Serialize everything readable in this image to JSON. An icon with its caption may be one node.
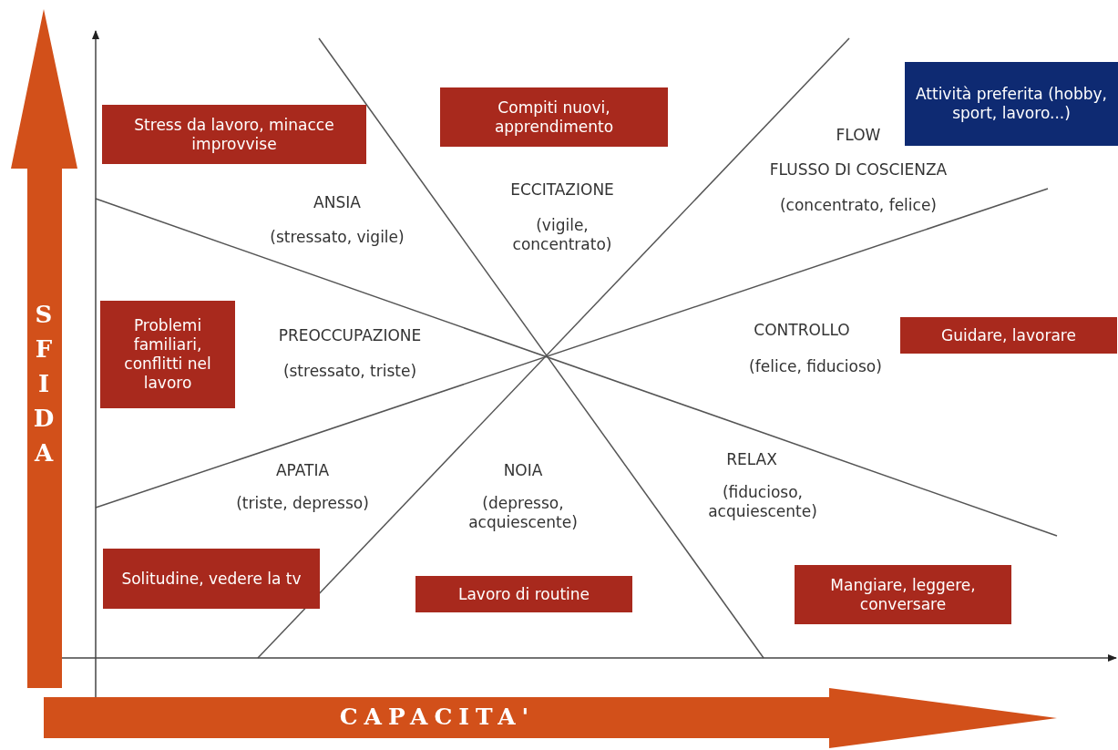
{
  "diagram": {
    "nodes": [
      {
        "text": [
          "Stress da lavoro, minacce improvvise"
        ]
      },
      {
        "text": [
          "Compiti nuovi, apprendimento"
        ]
      },
      {
        "text": [
          "Attività preferita (hobby, sport, lavoro...)"
        ]
      },
      {
        "text": [
          "Problemi familiari, conflitti nel lavoro"
        ]
      },
      {
        "text": [
          "Guidare, lavorare"
        ]
      },
      {
        "text": [
          "Solitudine, vedere la tv"
        ]
      },
      {
        "text": [
          "Lavoro di routine"
        ]
      },
      {
        "text": [
          "Mangiare, leggere, conversare"
        ]
      }
    ],
    "edges": [],
    "labels": [
      "ANSIA",
      "(stressato, vigile)",
      "ECCITAZIONE",
      "(vigile, concentrato)",
      "FLOW",
      "FLUSSO DI COSCIENZA",
      "(concentrato, felice)",
      "PREOCCUPAZIONE",
      "(stressato, triste)",
      "CONTROLLO",
      "(felice, fiducioso)",
      "APATIA",
      "(triste, depresso)",
      "NOIA",
      "(depresso, acquiescente)",
      "RELAX",
      "(fiducioso, acquiescente)",
      "SFIDA",
      "CAPACITA'"
    ]
  }
}
